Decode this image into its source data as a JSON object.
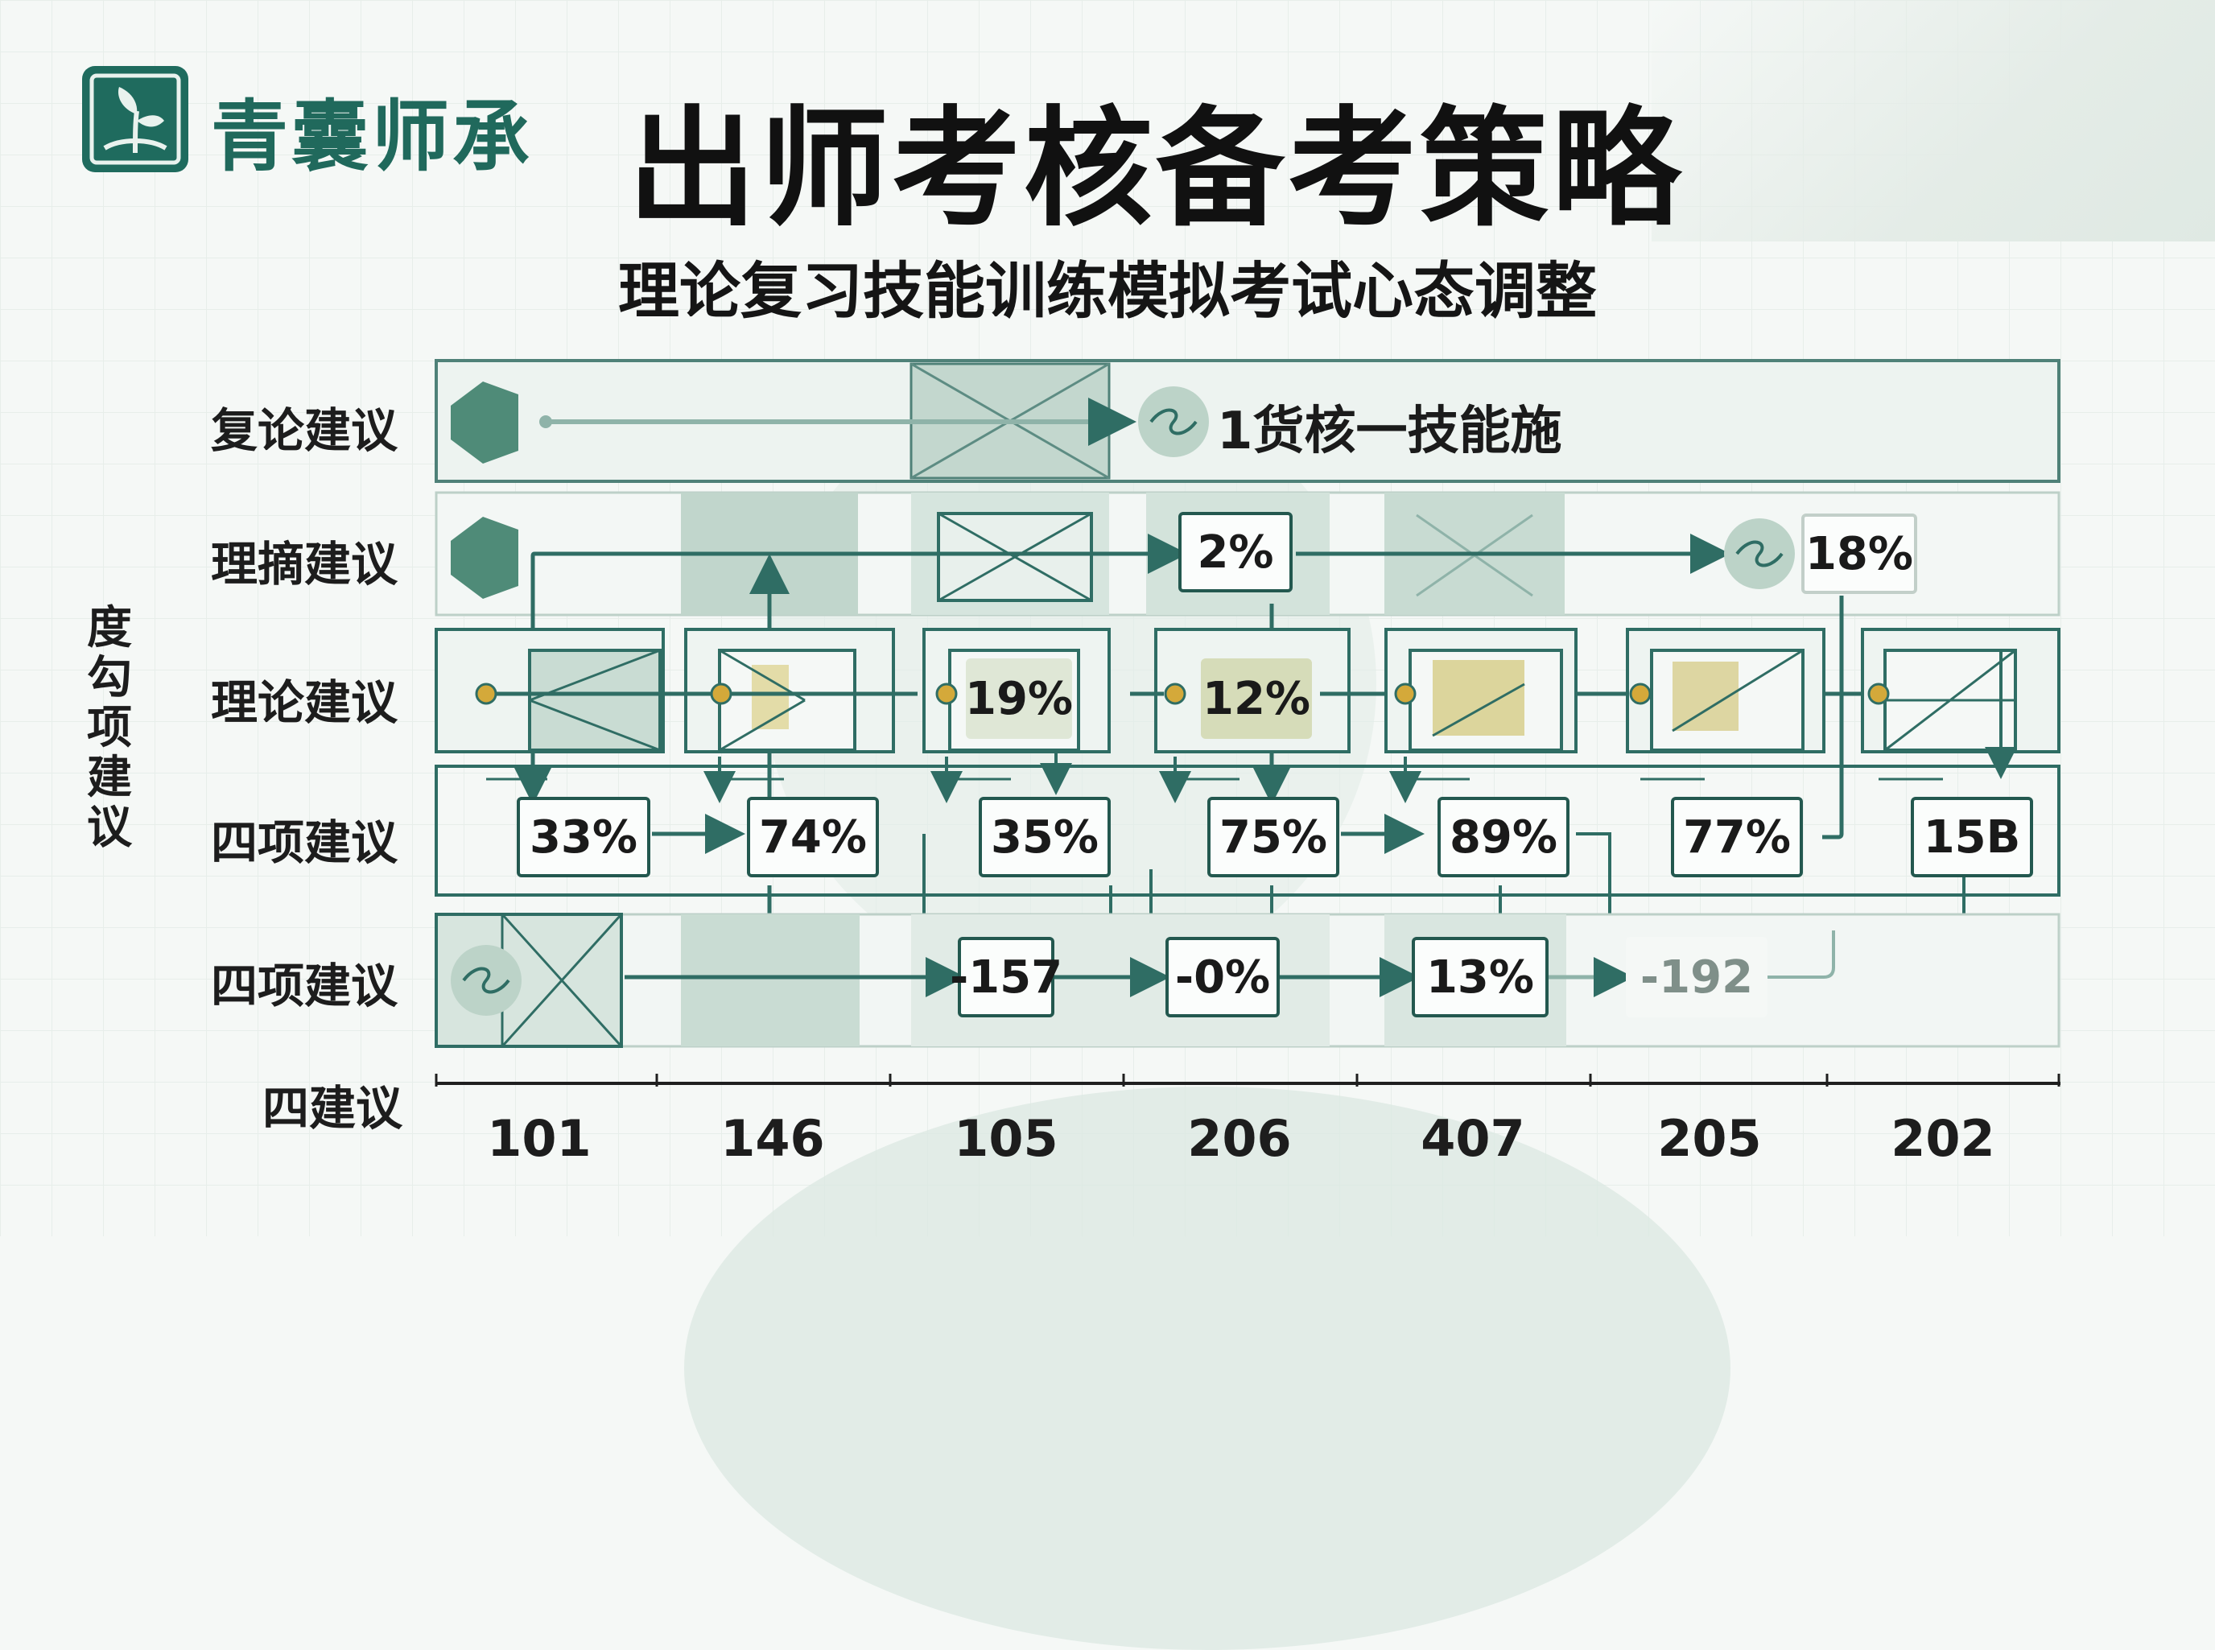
{
  "brand": {
    "name": "青囊师承",
    "logo_icon": "leaf-sprout-icon"
  },
  "title": "出师考核备考策略",
  "subtitle": "理论复习技能训练模拟考试心态调整",
  "side_label": "度勾项建议",
  "row_labels": [
    "复论建议",
    "理摘建议",
    "理论建议",
    "四项建议",
    "四项建议",
    "四建议"
  ],
  "top_bar_label": "1货核一技能施",
  "callouts": {
    "row2": [
      "2%",
      "18%"
    ],
    "row3": [
      "19%",
      "12%"
    ],
    "row4": [
      "33%",
      "74%",
      "35%",
      "75%",
      "89%",
      "77%",
      "15B"
    ],
    "row5": [
      "-157",
      "-0%",
      "13%",
      "-192"
    ]
  },
  "x_ticks": [
    "101",
    "146",
    "105",
    "206",
    "407",
    "205",
    "202"
  ],
  "colors": {
    "accent": "#1f6b5e",
    "line": "#2f6d64",
    "panel_fill": "#c9dcd3",
    "highlight": "#d6dcb9",
    "node_dot": "#d4a93a"
  }
}
